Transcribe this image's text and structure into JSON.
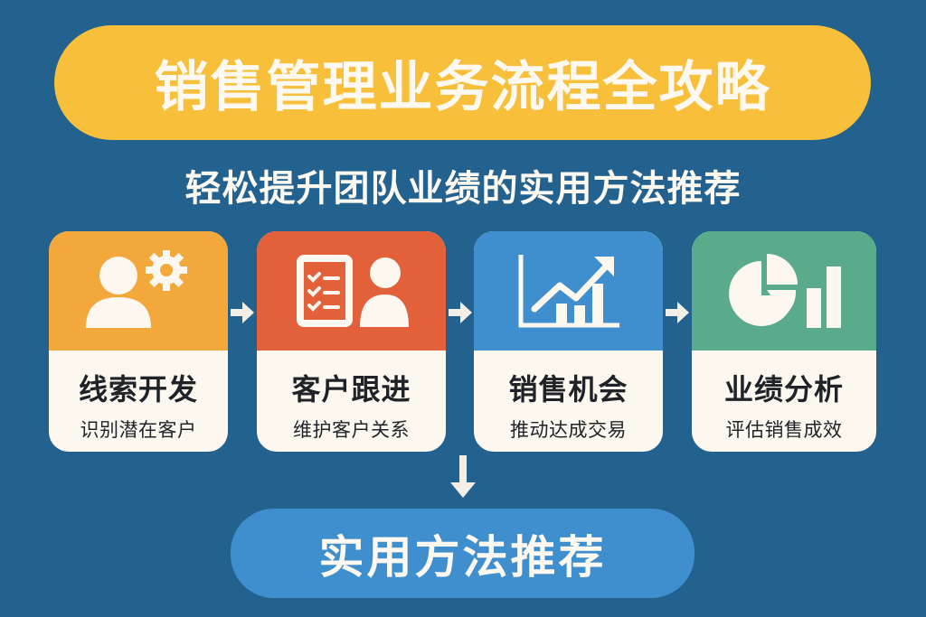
{
  "header": {
    "title": "销售管理业务流程全攻略",
    "subtitle": "轻松提升团队业绩的实用方法推荐",
    "title_bg_color": "#f7bf3a"
  },
  "steps": [
    {
      "name": "线索开发",
      "desc": "识别潜在客户",
      "icon": "person-gear-icon",
      "color": "#f2a83b"
    },
    {
      "name": "客户跟进",
      "desc": "维护客户关系",
      "icon": "checklist-person-icon",
      "color": "#e2603a"
    },
    {
      "name": "销售机会",
      "desc": "推动达成交易",
      "icon": "growth-chart-icon",
      "color": "#3f8ecd"
    },
    {
      "name": "业绩分析",
      "desc": "评估销售成效",
      "icon": "pie-bar-chart-icon",
      "color": "#5aab8c"
    }
  ],
  "footer": {
    "label": "实用方法推荐",
    "bg_color": "#3f8ecd"
  },
  "background_color": "#23628f"
}
